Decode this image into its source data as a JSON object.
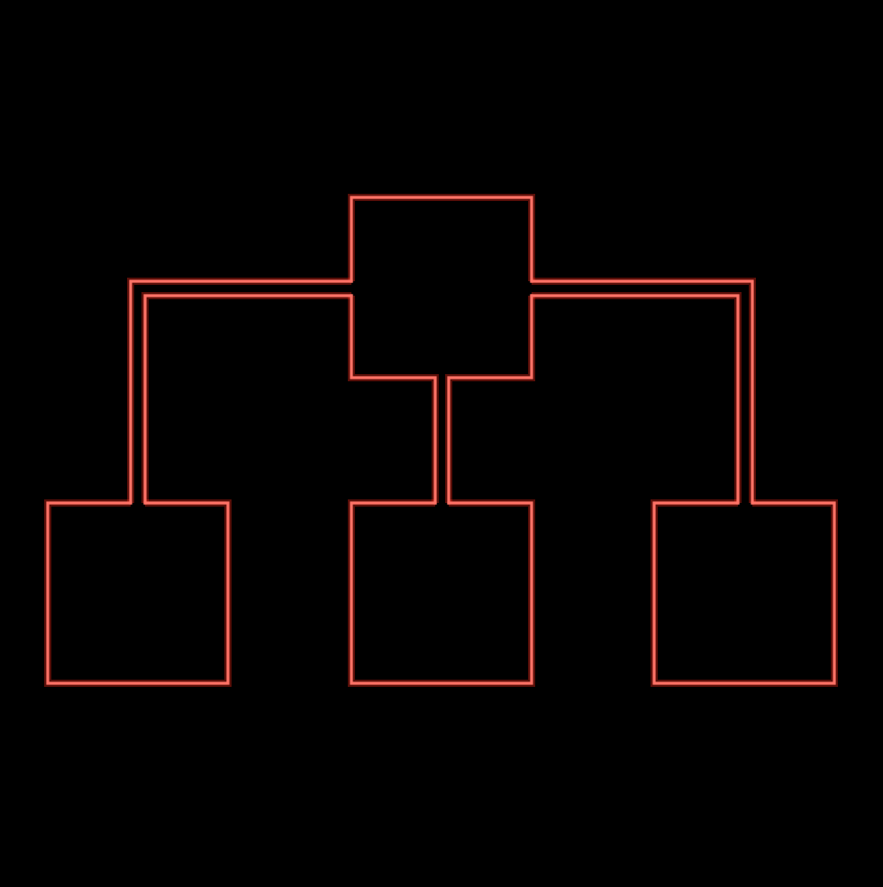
{
  "colors": {
    "background": "#000000",
    "neon": "#ff7266",
    "glow": "#ff2a1a"
  },
  "diagram": {
    "icon": "hierarchy-structure-icon",
    "nodes": [
      {
        "id": "root",
        "level": 0
      },
      {
        "id": "child-left",
        "level": 1,
        "parent": "root"
      },
      {
        "id": "child-center",
        "level": 1,
        "parent": "root"
      },
      {
        "id": "child-right",
        "level": 1,
        "parent": "root"
      }
    ],
    "connectors": [
      {
        "from": "root",
        "to": "child-left"
      },
      {
        "from": "root",
        "to": "child-center"
      },
      {
        "from": "root",
        "to": "child-right"
      }
    ]
  }
}
